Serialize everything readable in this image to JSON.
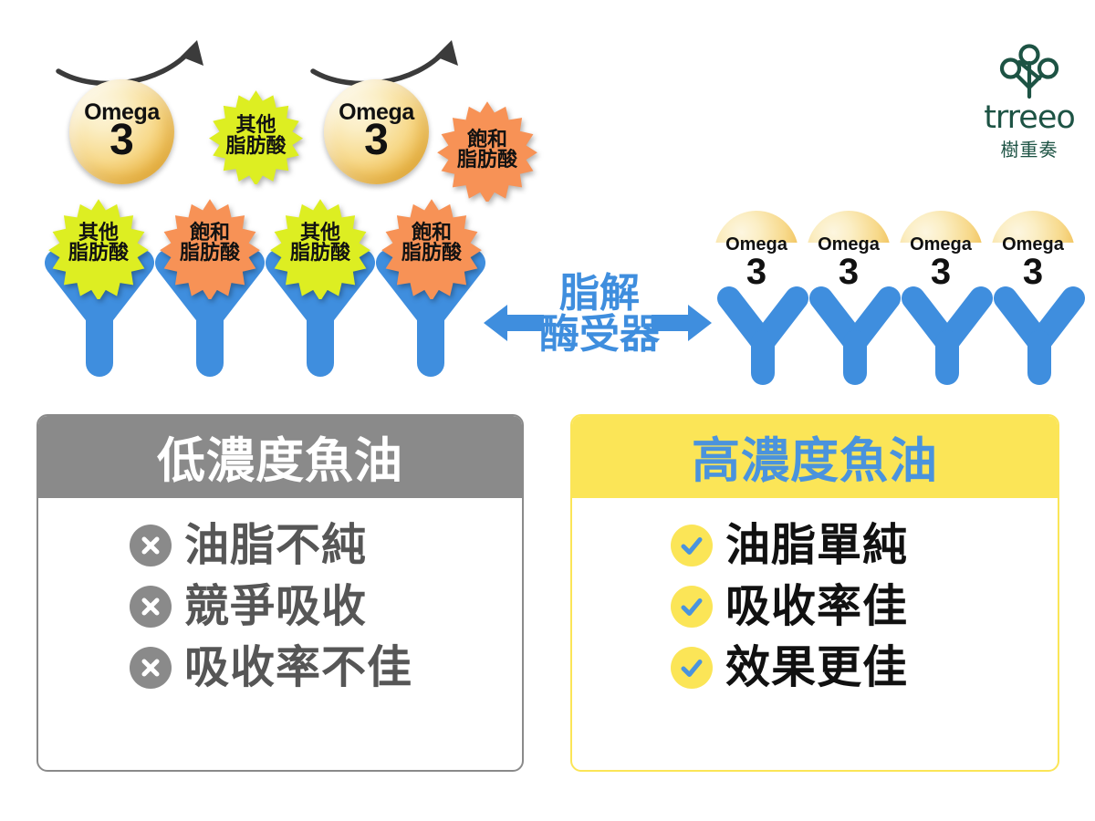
{
  "brand": {
    "logo_mark": "tree-trio-logo-icon",
    "wordmark": "trreeo",
    "chinese_name": "樹重奏",
    "color": "#1d5344"
  },
  "diagram": {
    "middle_label_line1": "脂解",
    "middle_label_line2": "酶受器",
    "middle_label_color": "#3f8ede",
    "left_arrow_icon": "arrow-left-icon",
    "right_arrow_icon": "arrow-right-icon",
    "floating_top": [
      {
        "type": "omega",
        "word": "Omega",
        "num": "3"
      },
      {
        "type": "burst",
        "line1": "其他",
        "line2": "脂肪酸",
        "variant": "other",
        "color": "#ddee22"
      },
      {
        "type": "omega",
        "word": "Omega",
        "num": "3"
      },
      {
        "type": "burst",
        "line1": "飽和",
        "line2": "脂肪酸",
        "variant": "saturated",
        "color": "#f79256"
      }
    ],
    "left_receptors": [
      {
        "line1": "其他",
        "line2": "脂肪酸",
        "variant": "other",
        "color": "#ddee22"
      },
      {
        "line1": "飽和",
        "line2": "脂肪酸",
        "variant": "saturated",
        "color": "#f79256"
      },
      {
        "line1": "其他",
        "line2": "脂肪酸",
        "variant": "other",
        "color": "#ddee22"
      },
      {
        "line1": "飽和",
        "line2": "脂肪酸",
        "variant": "saturated",
        "color": "#f79256"
      }
    ],
    "right_receptors": [
      {
        "word": "Omega",
        "num": "3"
      },
      {
        "word": "Omega",
        "num": "3"
      },
      {
        "word": "Omega",
        "num": "3"
      },
      {
        "word": "Omega",
        "num": "3"
      }
    ],
    "receptor_color": "#3f8ede"
  },
  "panels": {
    "low": {
      "title": "低濃度魚油",
      "header_bg": "#8a8a8a",
      "header_color": "#ffffff",
      "border_color": "#8a8a8a",
      "icon": "x-mark-icon",
      "items": [
        {
          "text": "油脂不純"
        },
        {
          "text": "競爭吸收"
        },
        {
          "text": "吸收率不佳"
        }
      ]
    },
    "high": {
      "title": "高濃度魚油",
      "header_bg": "#fbe557",
      "header_color": "#4a93dd",
      "border_color": "#fbe557",
      "icon": "check-mark-icon",
      "items": [
        {
          "text": "油脂單純"
        },
        {
          "text": "吸收率佳"
        },
        {
          "text": "效果更佳"
        }
      ]
    }
  }
}
